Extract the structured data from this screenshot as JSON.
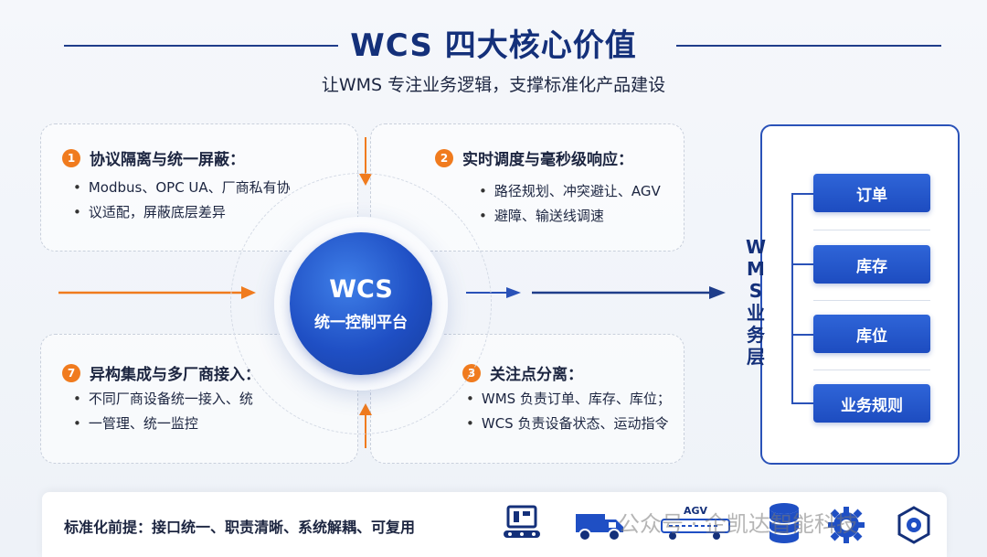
{
  "header": {
    "title": "WCS 四大核心价值",
    "subtitle": "让WMS 专注业务逻辑，支撑标准化产品建设"
  },
  "cards": [
    {
      "num": "1",
      "title": "协议隔离与统一屏蔽：",
      "bullets": [
        "Modbus、OPC UA、厂商私有协",
        "议适配，屏蔽底层差异"
      ]
    },
    {
      "num": "2",
      "title": "实时调度与毫秒级响应：",
      "bullets": [
        "路径规划、冲突避让、AGV",
        "避障、输送线调速"
      ]
    },
    {
      "num": "7",
      "title": "异构集成与多厂商接入：",
      "bullets": [
        "不同厂商设备统一接入、统",
        "一管理、统一监控"
      ]
    },
    {
      "num": "3",
      "title": "关注点分离：",
      "bullets": [
        "WMS 负责订单、库存、库位；",
        "WCS 负责设备状态、运动指令"
      ]
    }
  ],
  "hub": {
    "title": "WCS",
    "subtitle": "统一控制平台"
  },
  "wms": {
    "label_chars": [
      "W",
      "M",
      "S",
      "业",
      "务",
      "层"
    ],
    "items": [
      "订单",
      "库存",
      "库位",
      "业务规则"
    ]
  },
  "bottom": {
    "text": "标准化前提：接口统一、职责清晰、系统解耦、可复用",
    "agv_label": "AGV",
    "watermark": "公众号 · 企凯达智能科技",
    "icons": [
      "conveyor-icon",
      "truck-icon",
      "agv-icon",
      "database-icon",
      "gear-icon",
      "settings-hex-icon"
    ]
  },
  "colors": {
    "primary": "#1f4fc4",
    "accent": "#f07b1e",
    "title": "#14307a"
  }
}
